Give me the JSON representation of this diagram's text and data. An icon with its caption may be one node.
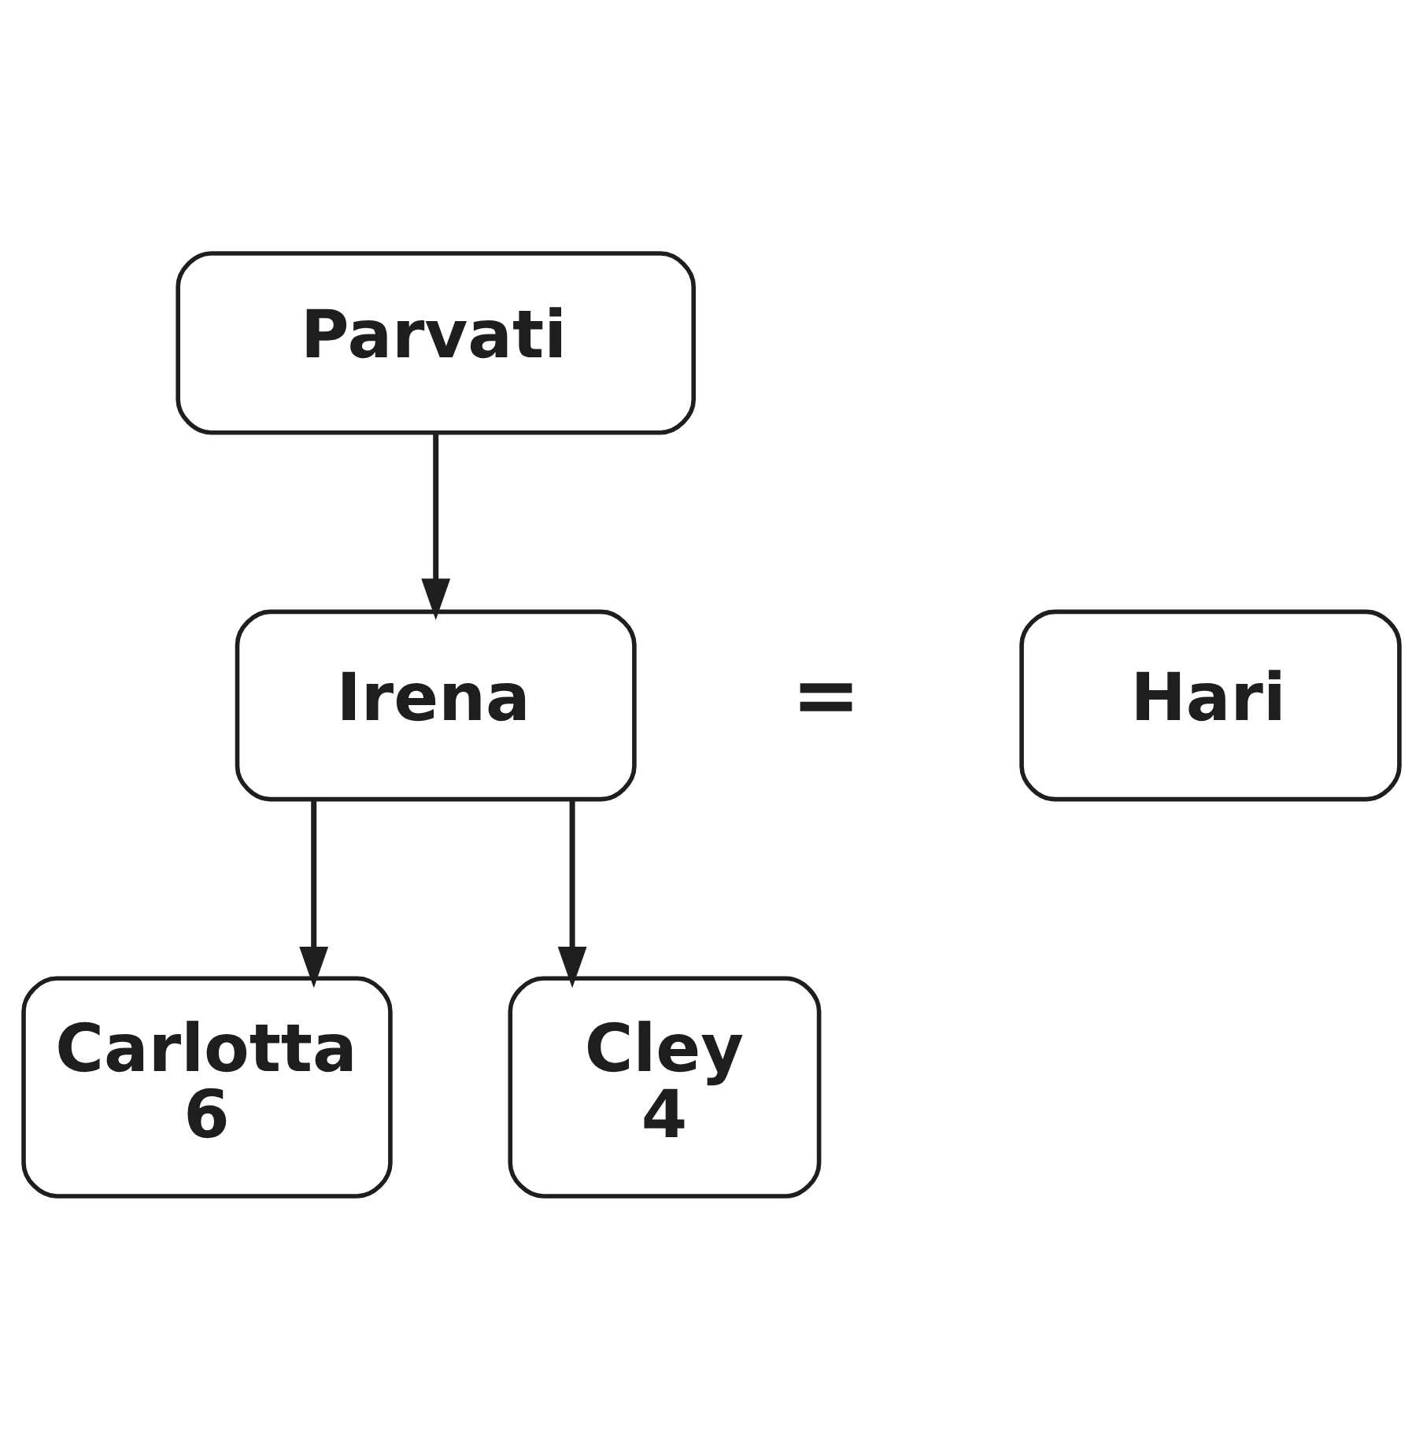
{
  "diagram": {
    "nodes": [
      {
        "text": [
          "Parvati"
        ]
      },
      {
        "text": [
          "Irena"
        ]
      },
      {
        "text": [
          "Hari"
        ]
      },
      {
        "text": [
          "Carlotta",
          "6"
        ]
      },
      {
        "text": [
          "Cley",
          "4"
        ]
      }
    ],
    "edges": [
      {
        "from": 0,
        "to": 1,
        "arrow": "to"
      },
      {
        "from": 1,
        "to": 3,
        "arrow": "to"
      },
      {
        "from": 1,
        "to": 4,
        "arrow": "to"
      }
    ],
    "labels": [
      "="
    ]
  }
}
